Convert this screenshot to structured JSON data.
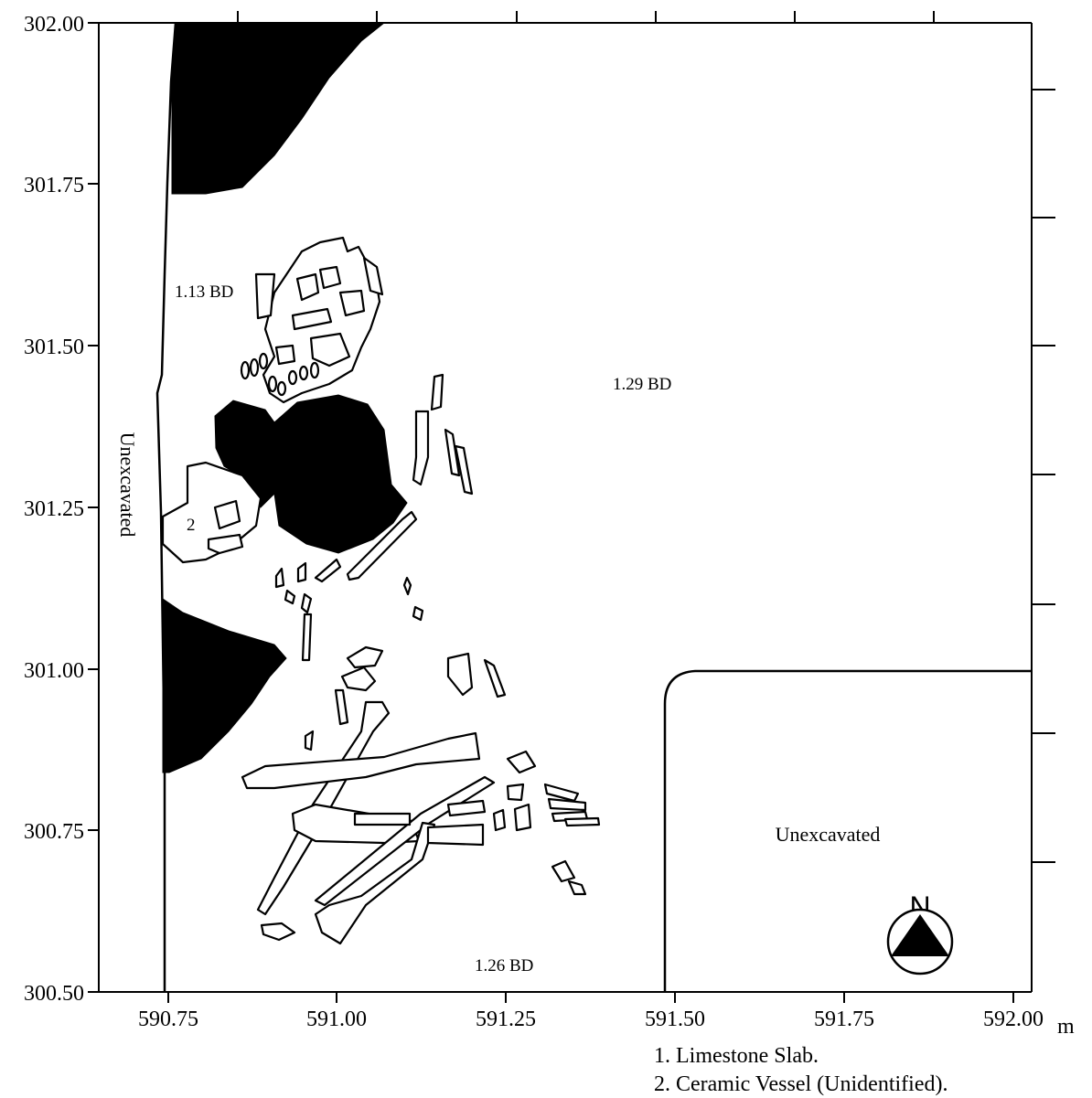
{
  "axes": {
    "x_ticks": [
      "590.75",
      "591.00",
      "591.25",
      "591.50",
      "591.75",
      "592.00"
    ],
    "x_unit": "m",
    "y_ticks": [
      "302.00",
      "301.75",
      "301.50",
      "301.25",
      "301.00",
      "300.75",
      "300.50"
    ]
  },
  "labels": {
    "depth_nw": "1.13 BD",
    "depth_center": "1.29 BD",
    "depth_south": "1.26 BD",
    "unexcavated_west": "Unexcavated",
    "unexcavated_se": "Unexcavated",
    "vessel_number": "2"
  },
  "north_arrow": {
    "letter": "N"
  },
  "legend": {
    "items": [
      "1. Limestone Slab.",
      "2. Ceramic Vessel (Unidentified)."
    ]
  },
  "colors": {
    "ink": "#000000",
    "paper": "#ffffff"
  }
}
